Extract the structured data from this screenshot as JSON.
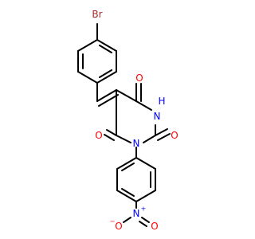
{
  "molecule": {
    "atoms": {
      "br": "Br",
      "o_top": "O",
      "nh": "N",
      "h": "H",
      "o_right": "O",
      "o_left": "O",
      "n_ring": "N",
      "n_nitro": "N",
      "n_nitro_charge": "+",
      "o_nitro_left": "O",
      "o_nitro_left_charge": "−",
      "o_nitro_right": "O"
    }
  },
  "colors": {
    "bond": "#000000",
    "bromine": "#a52a2a",
    "oxygen": "#ff0000",
    "nitrogen": "#0000ff",
    "background": "#ffffff"
  }
}
